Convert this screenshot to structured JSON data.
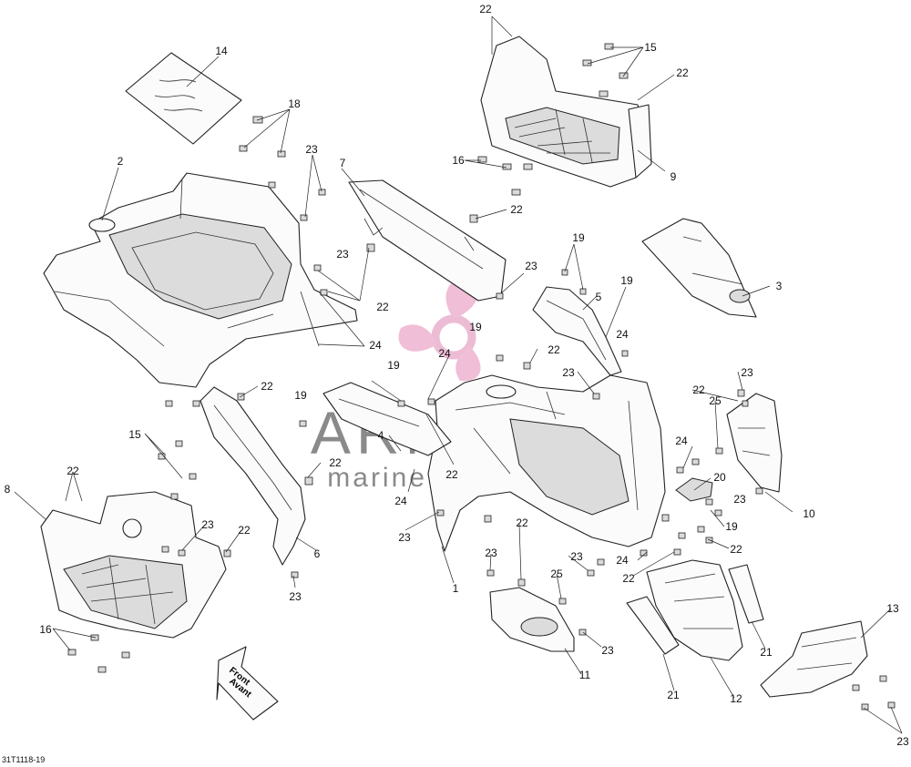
{
  "diagram": {
    "code": "31T1118-19",
    "direction_label": {
      "line1": "Front",
      "line2": "Avant"
    },
    "watermark": {
      "brand": "ARMADA",
      "tagline": "marine outboards"
    }
  },
  "callouts": [
    {
      "id": "c14",
      "text": "14"
    },
    {
      "id": "c18",
      "text": "18"
    },
    {
      "id": "c2",
      "text": "2"
    },
    {
      "id": "c23a",
      "text": "23"
    },
    {
      "id": "c7",
      "text": "7"
    },
    {
      "id": "c22a",
      "text": "22"
    },
    {
      "id": "c22b",
      "text": "22"
    },
    {
      "id": "c15a",
      "text": "15"
    },
    {
      "id": "c22c",
      "text": "22"
    },
    {
      "id": "c16a",
      "text": "16"
    },
    {
      "id": "c9",
      "text": "9"
    },
    {
      "id": "c22d",
      "text": "22"
    },
    {
      "id": "c3",
      "text": "3"
    },
    {
      "id": "c23b",
      "text": "23"
    },
    {
      "id": "c23c",
      "text": "23"
    },
    {
      "id": "c19a",
      "text": "19"
    },
    {
      "id": "c5",
      "text": "5"
    },
    {
      "id": "c19b",
      "text": "19"
    },
    {
      "id": "c22e",
      "text": "22"
    },
    {
      "id": "c24a",
      "text": "24"
    },
    {
      "id": "c24b",
      "text": "24"
    },
    {
      "id": "c19c",
      "text": "19"
    },
    {
      "id": "c19d",
      "text": "19"
    },
    {
      "id": "c24c",
      "text": "24"
    },
    {
      "id": "c23d",
      "text": "23"
    },
    {
      "id": "c22f",
      "text": "22"
    },
    {
      "id": "c23e",
      "text": "23"
    },
    {
      "id": "c22g",
      "text": "22"
    },
    {
      "id": "c15b",
      "text": "15"
    },
    {
      "id": "c19e",
      "text": "19"
    },
    {
      "id": "c22h",
      "text": "22"
    },
    {
      "id": "c25a",
      "text": "25"
    },
    {
      "id": "c24d",
      "text": "24"
    },
    {
      "id": "c4",
      "text": "4"
    },
    {
      "id": "c22i",
      "text": "22"
    },
    {
      "id": "c24e",
      "text": "24"
    },
    {
      "id": "c22j",
      "text": "22"
    },
    {
      "id": "c20",
      "text": "20"
    },
    {
      "id": "c23f",
      "text": "23"
    },
    {
      "id": "c10",
      "text": "10"
    },
    {
      "id": "c19f",
      "text": "19"
    },
    {
      "id": "c8",
      "text": "8"
    },
    {
      "id": "c22k",
      "text": "22"
    },
    {
      "id": "c23g",
      "text": "23"
    },
    {
      "id": "c22l",
      "text": "22"
    },
    {
      "id": "c6",
      "text": "6"
    },
    {
      "id": "c23h",
      "text": "23"
    },
    {
      "id": "c23i",
      "text": "23"
    },
    {
      "id": "c22m",
      "text": "22"
    },
    {
      "id": "c1",
      "text": "1"
    },
    {
      "id": "c23j",
      "text": "23"
    },
    {
      "id": "c25b",
      "text": "25"
    },
    {
      "id": "c23k",
      "text": "23"
    },
    {
      "id": "c24f",
      "text": "24"
    },
    {
      "id": "c22n",
      "text": "22"
    },
    {
      "id": "c22o",
      "text": "22"
    },
    {
      "id": "c16b",
      "text": "16"
    },
    {
      "id": "c13",
      "text": "13"
    },
    {
      "id": "c21a",
      "text": "21"
    },
    {
      "id": "c21b",
      "text": "21"
    },
    {
      "id": "c23l",
      "text": "23"
    },
    {
      "id": "c11",
      "text": "11"
    },
    {
      "id": "c12",
      "text": "12"
    },
    {
      "id": "c23m",
      "text": "23"
    }
  ]
}
